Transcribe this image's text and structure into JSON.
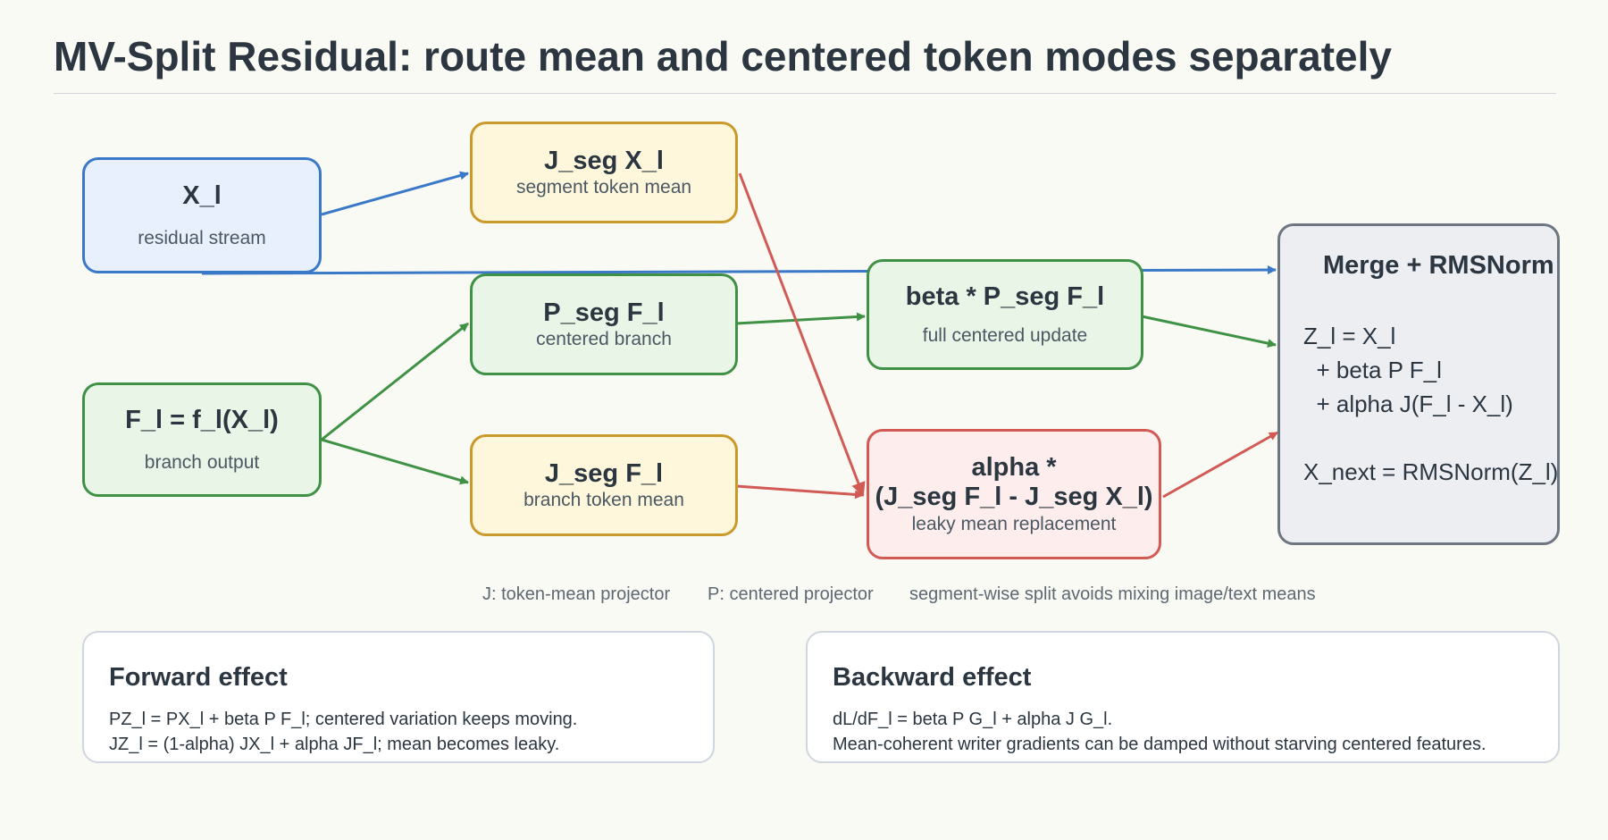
{
  "title": "MV-Split Residual: route mean and centered token modes separately",
  "nodes": {
    "xl": {
      "title": "X_l",
      "subtitle": "residual stream"
    },
    "fl": {
      "title": "F_l = f_l(X_l)",
      "subtitle": "branch output"
    },
    "jsegx": {
      "title": "J_seg X_l",
      "subtitle": "segment token mean"
    },
    "psegf": {
      "title": "P_seg F_l",
      "subtitle": "centered branch"
    },
    "jsegf": {
      "title": "J_seg F_l",
      "subtitle": "branch token mean"
    },
    "beta": {
      "title": "beta * P_seg F_l",
      "subtitle": "full centered update"
    },
    "alpha": {
      "title_line1": "alpha *",
      "title_line2": "(J_seg F_l - J_seg X_l)",
      "subtitle": "leaky mean replacement"
    },
    "merge": {
      "title": "Merge + RMSNorm",
      "equations": "Z_l = X_l\n  + beta P F_l\n  + alpha J(F_l - X_l)\n\nX_next = RMSNorm(Z_l)"
    }
  },
  "legend": {
    "j": "J: token-mean projector",
    "p": "P: centered projector",
    "seg": "segment-wise split avoids mixing image/text means"
  },
  "forward": {
    "heading": "Forward effect",
    "line1": "PZ_l = PX_l + beta P F_l; centered variation keeps moving.",
    "line2": "JZ_l = (1-alpha) JX_l + alpha JF_l; mean becomes leaky."
  },
  "backward": {
    "heading": "Backward effect",
    "line1": "dL/dF_l = beta P G_l + alpha J G_l.",
    "line2": "Mean-coherent writer gradients can be damped without starving centered features."
  },
  "colors": {
    "blue": "#3a78c8",
    "yellow": "#c99a2a",
    "green": "#3f9245",
    "red": "#d25a55",
    "gray": "#6e7781"
  }
}
